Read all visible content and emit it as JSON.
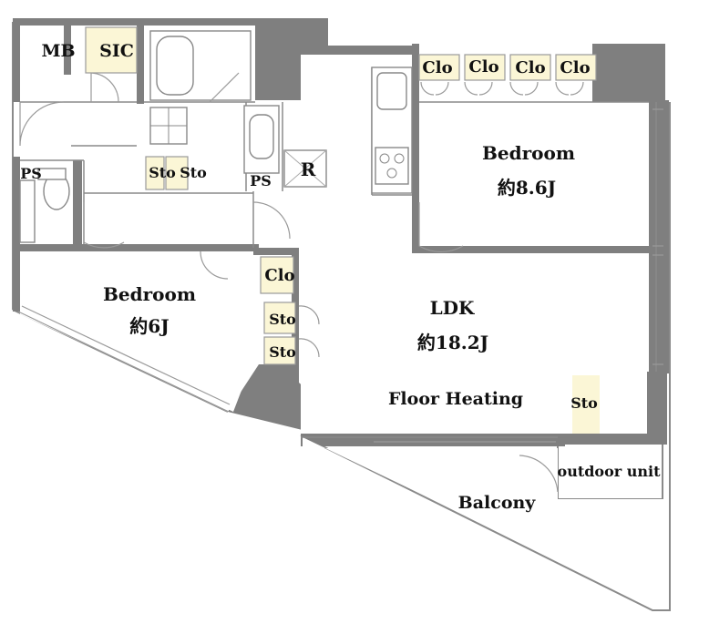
{
  "rooms": {
    "mb": "MB",
    "sic": "SIC",
    "ps_left": "PS",
    "ps_mid": "PS",
    "r": "R",
    "sto_hall_1": "Sto",
    "sto_hall_2": "Sto",
    "clo_1": "Clo",
    "clo_2": "Clo",
    "clo_3": "Clo",
    "clo_4": "Clo",
    "bedroom1_name": "Bedroom",
    "bedroom1_size": "約8.6J",
    "bedroom2_name": "Bedroom",
    "bedroom2_size": "約6J",
    "clo_bed2": "Clo",
    "sto_1": "Sto",
    "sto_2": "Sto",
    "ldk_name": "LDK",
    "ldk_size": "約18.2J",
    "floor_heating": "Floor Heating",
    "sto_ldk": "Sto",
    "outdoor_unit": "outdoor unit",
    "balcony": "Balcony"
  }
}
